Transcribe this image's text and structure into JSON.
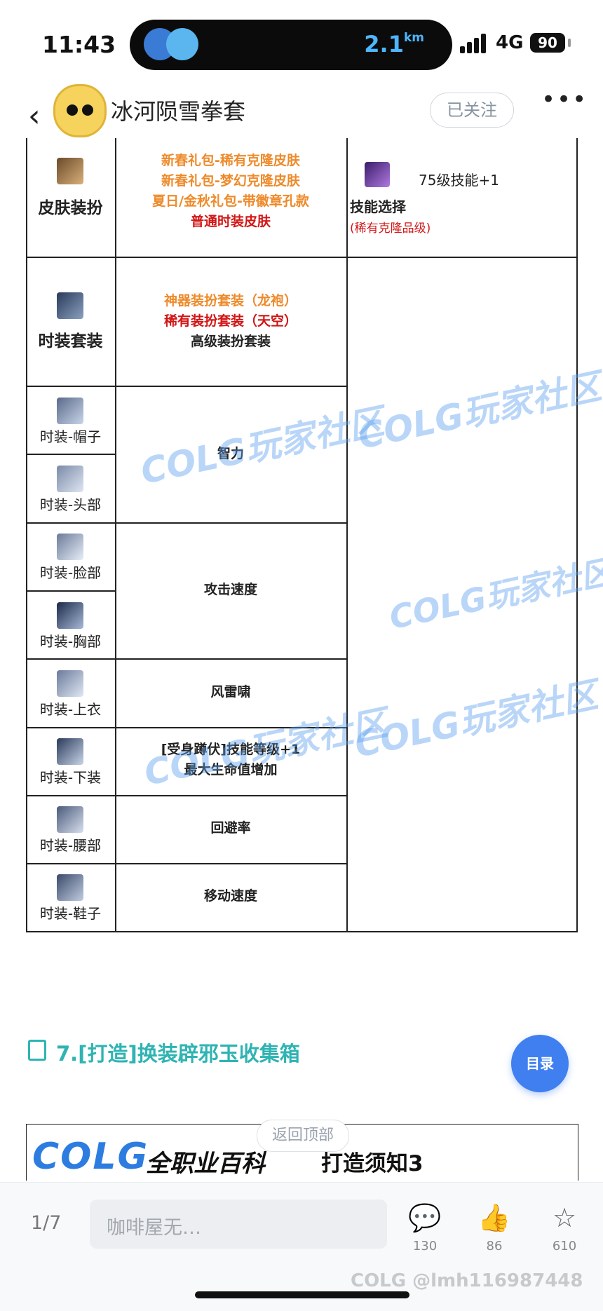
{
  "status": {
    "time": "11:43",
    "distance": "2.1",
    "distance_unit": "km",
    "network": "4G",
    "battery": "90"
  },
  "nav": {
    "title": "冰河陨雪拳套",
    "follow_label": "已关注",
    "back_icon": "chevron-left-icon",
    "more_icon": "more-icon"
  },
  "table": {
    "skin": {
      "label": "皮肤装扮",
      "lines": [
        "新春礼包-稀有克隆皮肤",
        "新春礼包-梦幻克隆皮肤",
        "夏日/金秋礼包-带徽章孔款",
        "普通时装皮肤"
      ],
      "skill_label": "75级技能+1",
      "skill_select": "技能选择",
      "skill_note": "(稀有克隆品级)"
    },
    "set": {
      "label": "时装套装",
      "lines": [
        "神器装扮套装（龙袍）",
        "稀有装扮套装（天空）",
        "高级装扮套装"
      ]
    },
    "slots": [
      {
        "label": "时装-帽子",
        "icon": "hat-icon"
      },
      {
        "label": "时装-头部",
        "icon": "hair-icon"
      },
      {
        "label": "时装-脸部",
        "icon": "face-icon"
      },
      {
        "label": "时装-胸部",
        "icon": "chest-icon"
      },
      {
        "label": "时装-上衣",
        "icon": "top-icon"
      },
      {
        "label": "时装-下装",
        "icon": "pants-icon"
      },
      {
        "label": "时装-腰部",
        "icon": "belt-icon"
      },
      {
        "label": "时装-鞋子",
        "icon": "shoes-icon"
      }
    ],
    "attrs": {
      "intelligence": "智力",
      "attack_speed": "攻击速度",
      "wind_thunder": "风雷啸",
      "skill_line1": "[受身蹲伏]技能等级+1",
      "skill_line2": "最大生命值增加",
      "evasion": "回避率",
      "move_speed": "移动速度"
    },
    "watermark": "COLG玩家社区"
  },
  "section": {
    "title": "7.[打造]换装辟邪玉收集箱",
    "toc_label": "目录"
  },
  "banner": {
    "logo": "COLG",
    "subtitle": "全职业百科",
    "title": "打造须知3"
  },
  "back_to_top": "返回顶部",
  "bottom": {
    "page": "1/7",
    "comment_placeholder": "咖啡屋无…",
    "comments": "130",
    "likes": "86",
    "favorites": "610",
    "user_watermark": "COLG @lmh116987448"
  },
  "colors": {
    "accent": "#2fb3b3",
    "orange": "#ee8a2a",
    "red": "#d21616",
    "toc_blue": "#3f7ff0"
  }
}
